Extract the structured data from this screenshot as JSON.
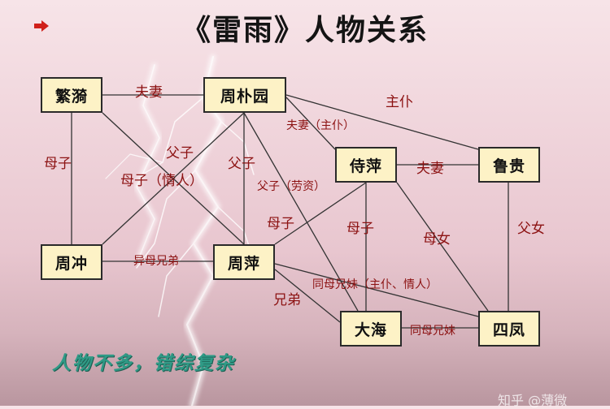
{
  "title": "《雷雨》人物关系",
  "motto": "人物不多，错综复杂",
  "watermark": "知乎 @薄微",
  "colors": {
    "node_fill": "#fdf2c6",
    "label": "#8c1212",
    "motto": "#2f9a86"
  },
  "diagram": {
    "nodes": [
      {
        "id": "fanyi",
        "label": "繁漪"
      },
      {
        "id": "zhoupuyuan",
        "label": "周朴园"
      },
      {
        "id": "shiping",
        "label": "侍萍"
      },
      {
        "id": "lugui",
        "label": "鲁贵"
      },
      {
        "id": "zhouchong",
        "label": "周冲"
      },
      {
        "id": "zhouping",
        "label": "周萍"
      },
      {
        "id": "dahai",
        "label": "大海"
      },
      {
        "id": "sifeng",
        "label": "四凤"
      }
    ],
    "edges": [
      {
        "from": "fanyi",
        "to": "zhoupuyuan",
        "label": "夫妻"
      },
      {
        "from": "fanyi",
        "to": "zhouchong",
        "label": "母子"
      },
      {
        "from": "fanyi",
        "to": "zhouping",
        "label": "母子（情人）"
      },
      {
        "from": "zhoupuyuan",
        "to": "zhouchong",
        "label": "父子"
      },
      {
        "from": "zhoupuyuan",
        "to": "zhouping",
        "label": "父子"
      },
      {
        "from": "zhoupuyuan",
        "to": "shiping",
        "label": "夫妻（主仆）"
      },
      {
        "from": "zhoupuyuan",
        "to": "lugui",
        "label": "主仆"
      },
      {
        "from": "zhoupuyuan",
        "to": "dahai",
        "label": "父子（劳资）"
      },
      {
        "from": "shiping",
        "to": "lugui",
        "label": "夫妻"
      },
      {
        "from": "shiping",
        "to": "zhouping",
        "label": "母子"
      },
      {
        "from": "shiping",
        "to": "dahai",
        "label": "母子"
      },
      {
        "from": "shiping",
        "to": "sifeng",
        "label": "母女"
      },
      {
        "from": "lugui",
        "to": "sifeng",
        "label": "父女"
      },
      {
        "from": "zhouchong",
        "to": "zhouping",
        "label": "异母兄弟"
      },
      {
        "from": "zhouping",
        "to": "sifeng",
        "label": "同母兄妹（主仆、情人）"
      },
      {
        "from": "zhouping",
        "to": "dahai",
        "label": "兄弟"
      },
      {
        "from": "dahai",
        "to": "sifeng",
        "label": "同母兄妹"
      }
    ]
  }
}
